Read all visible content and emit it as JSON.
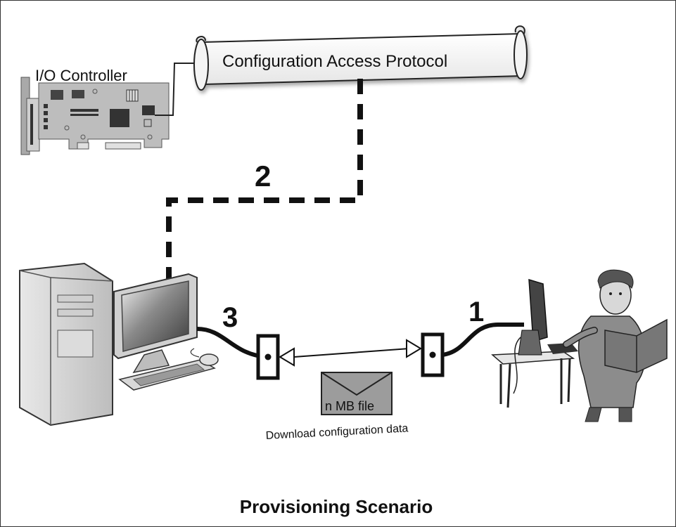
{
  "scroll_title": "Configuration Access Protocol",
  "controller_label": "I/O Controller",
  "steps": {
    "step1": "1",
    "step2": "2",
    "step3": "3"
  },
  "file_label": "n MB file",
  "download_caption": "Download configuration data",
  "title": "Provisioning Scenario"
}
